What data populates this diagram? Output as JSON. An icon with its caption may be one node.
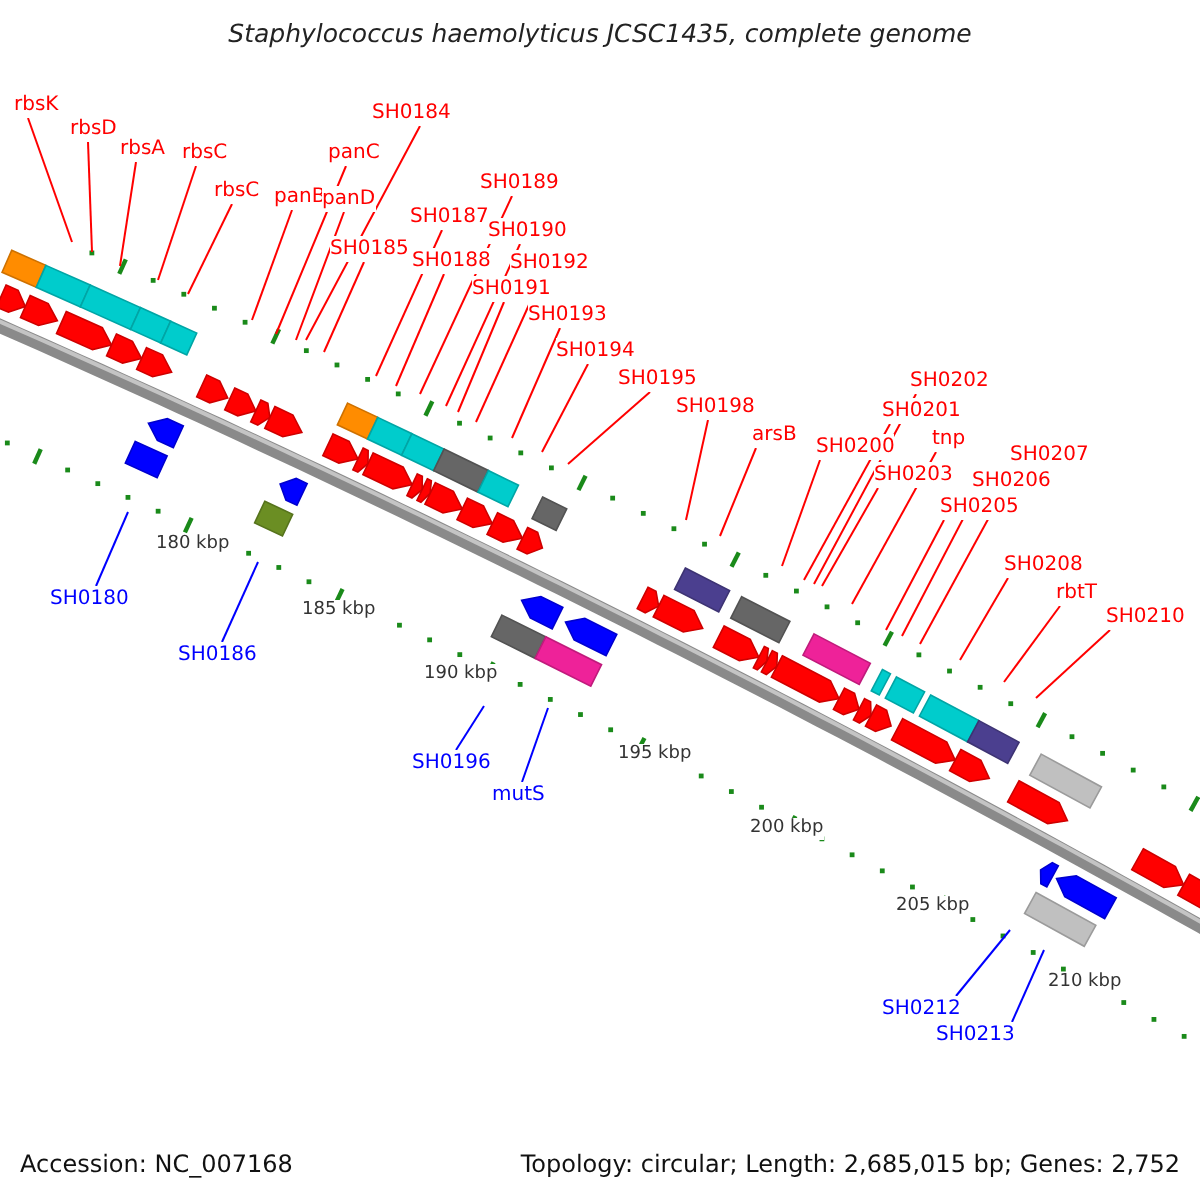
{
  "diagram": {
    "title": "Staphylococcus haemolyticus JCSC1435, complete genome",
    "nodes": [
      {
        "text": [
          "rbsK"
        ]
      },
      {
        "text": [
          "rbsD"
        ]
      },
      {
        "text": [
          "rbsA"
        ]
      },
      {
        "text": [
          "rbsC"
        ]
      },
      {
        "text": [
          "rbsC"
        ]
      },
      {
        "text": [
          "SH0184"
        ]
      },
      {
        "text": [
          "panC"
        ]
      },
      {
        "text": [
          "panB"
        ]
      },
      {
        "text": [
          "panD"
        ]
      },
      {
        "text": [
          "SH0185"
        ]
      },
      {
        "text": [
          "SH0189"
        ]
      },
      {
        "text": [
          "SH0187"
        ]
      },
      {
        "text": [
          "SH0190"
        ]
      },
      {
        "text": [
          "SH0188"
        ]
      },
      {
        "text": [
          "SH0192"
        ]
      },
      {
        "text": [
          "SH0191"
        ]
      },
      {
        "text": [
          "SH0193"
        ]
      },
      {
        "text": [
          "SH0194"
        ]
      },
      {
        "text": [
          "SH0195"
        ]
      },
      {
        "text": [
          "SH0202"
        ]
      },
      {
        "text": [
          "SH0198"
        ]
      },
      {
        "text": [
          "SH0201"
        ]
      },
      {
        "text": [
          "arsB"
        ]
      },
      {
        "text": [
          "tnp"
        ]
      },
      {
        "text": [
          "SH0200"
        ]
      },
      {
        "text": [
          "SH0207"
        ]
      },
      {
        "text": [
          "SH0203"
        ]
      },
      {
        "text": [
          "SH0206"
        ]
      },
      {
        "text": [
          "SH0205"
        ]
      },
      {
        "text": [
          "SH0208"
        ]
      },
      {
        "text": [
          "rbtT"
        ]
      },
      {
        "text": [
          "SH0210"
        ]
      },
      {
        "text": [
          "SH0180"
        ]
      },
      {
        "text": [
          "SH0186"
        ]
      },
      {
        "text": [
          "SH0196"
        ]
      },
      {
        "text": [
          "mutS"
        ]
      },
      {
        "text": [
          "SH0212"
        ]
      },
      {
        "text": [
          "SH0213"
        ]
      }
    ],
    "edges": [
      {
        "from": 0,
        "to": null,
        "arrow": "none"
      },
      {
        "from": 1,
        "to": null,
        "arrow": "none"
      },
      {
        "from": 2,
        "to": null,
        "arrow": "none"
      },
      {
        "from": 3,
        "to": null,
        "arrow": "none"
      },
      {
        "from": 4,
        "to": null,
        "arrow": "none"
      },
      {
        "from": 5,
        "to": null,
        "arrow": "none"
      },
      {
        "from": 6,
        "to": null,
        "arrow": "none"
      },
      {
        "from": 7,
        "to": null,
        "arrow": "none"
      },
      {
        "from": 8,
        "to": null,
        "arrow": "none"
      },
      {
        "from": 9,
        "to": null,
        "arrow": "none"
      },
      {
        "from": 10,
        "to": null,
        "arrow": "none"
      },
      {
        "from": 11,
        "to": null,
        "arrow": "none"
      },
      {
        "from": 12,
        "to": null,
        "arrow": "none"
      },
      {
        "from": 13,
        "to": null,
        "arrow": "none"
      },
      {
        "from": 14,
        "to": null,
        "arrow": "none"
      },
      {
        "from": 15,
        "to": null,
        "arrow": "none"
      },
      {
        "from": 16,
        "to": null,
        "arrow": "none"
      },
      {
        "from": 17,
        "to": null,
        "arrow": "none"
      },
      {
        "from": 18,
        "to": null,
        "arrow": "none"
      },
      {
        "from": 19,
        "to": null,
        "arrow": "none"
      },
      {
        "from": 20,
        "to": null,
        "arrow": "none"
      },
      {
        "from": 21,
        "to": null,
        "arrow": "none"
      },
      {
        "from": 22,
        "to": null,
        "arrow": "none"
      },
      {
        "from": 23,
        "to": null,
        "arrow": "none"
      },
      {
        "from": 24,
        "to": null,
        "arrow": "none"
      },
      {
        "from": 25,
        "to": null,
        "arrow": "none"
      },
      {
        "from": 26,
        "to": null,
        "arrow": "none"
      },
      {
        "from": 27,
        "to": null,
        "arrow": "none"
      },
      {
        "from": 28,
        "to": null,
        "arrow": "none"
      },
      {
        "from": 29,
        "to": null,
        "arrow": "none"
      },
      {
        "from": 30,
        "to": null,
        "arrow": "none"
      },
      {
        "from": 31,
        "to": null,
        "arrow": "none"
      },
      {
        "from": 32,
        "to": null,
        "arrow": "none",
        "color": "#0000ff"
      },
      {
        "from": 33,
        "to": null,
        "arrow": "none",
        "color": "#0000ff"
      },
      {
        "from": 34,
        "to": null,
        "arrow": "none",
        "color": "#0000ff"
      },
      {
        "from": 35,
        "to": null,
        "arrow": "none",
        "color": "#0000ff"
      },
      {
        "from": 36,
        "to": null,
        "arrow": "none",
        "color": "#0000ff"
      },
      {
        "from": 37,
        "to": null,
        "arrow": "none",
        "color": "#0000ff"
      }
    ],
    "labels": [
      "180 kbp",
      "185 kbp",
      "190 kbp",
      "195 kbp",
      "200 kbp",
      "205 kbp",
      "210 kbp",
      "Accession: NC_007168",
      "Topology: circular; Length: 2,685,015 bp; Genes: 2,752"
    ]
  }
}
